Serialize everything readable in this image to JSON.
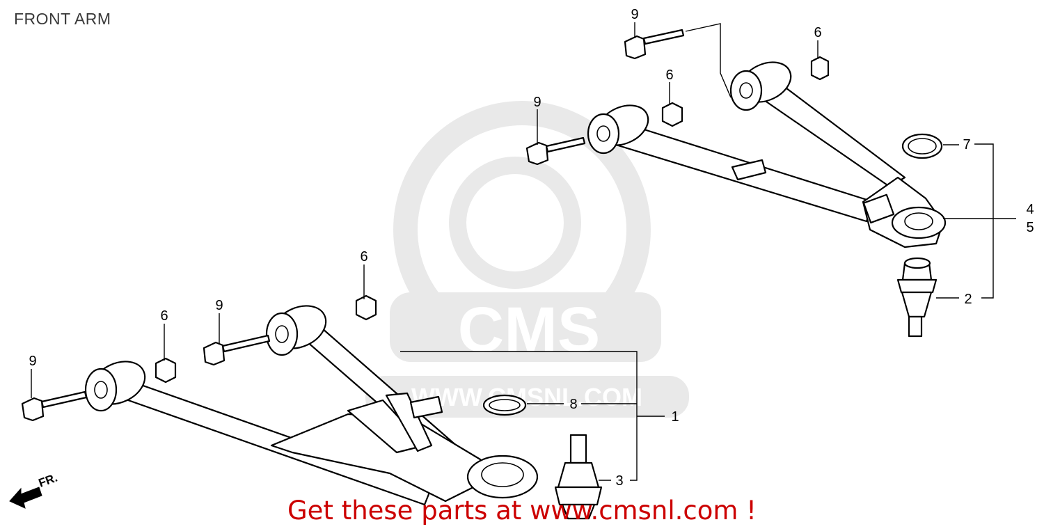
{
  "title": "FRONT ARM",
  "watermark": {
    "logo_text": "CMS",
    "url_text": "WWW.CMSNL.COM"
  },
  "direction_label": "FR.",
  "callouts": {
    "bolt_upper_top": "9",
    "nut_upper_right": "6",
    "nut_upper_left": "6",
    "bolt_upper_left": "9",
    "circlip_upper": "7",
    "upper_arm_a": "4",
    "upper_arm_b": "5",
    "ball_joint_upper": "2",
    "nut_lower_right": "6",
    "bolt_lower_right": "9",
    "nut_lower_left": "6",
    "bolt_lower_left": "9",
    "lower_arm": "1",
    "circlip_lower": "8",
    "ball_joint_lower": "3"
  },
  "promo": "Get these parts at www.cmsnl.com !",
  "colors": {
    "promo": "#cc0000",
    "lines": "#000000",
    "watermark": "#e9e9e9"
  }
}
